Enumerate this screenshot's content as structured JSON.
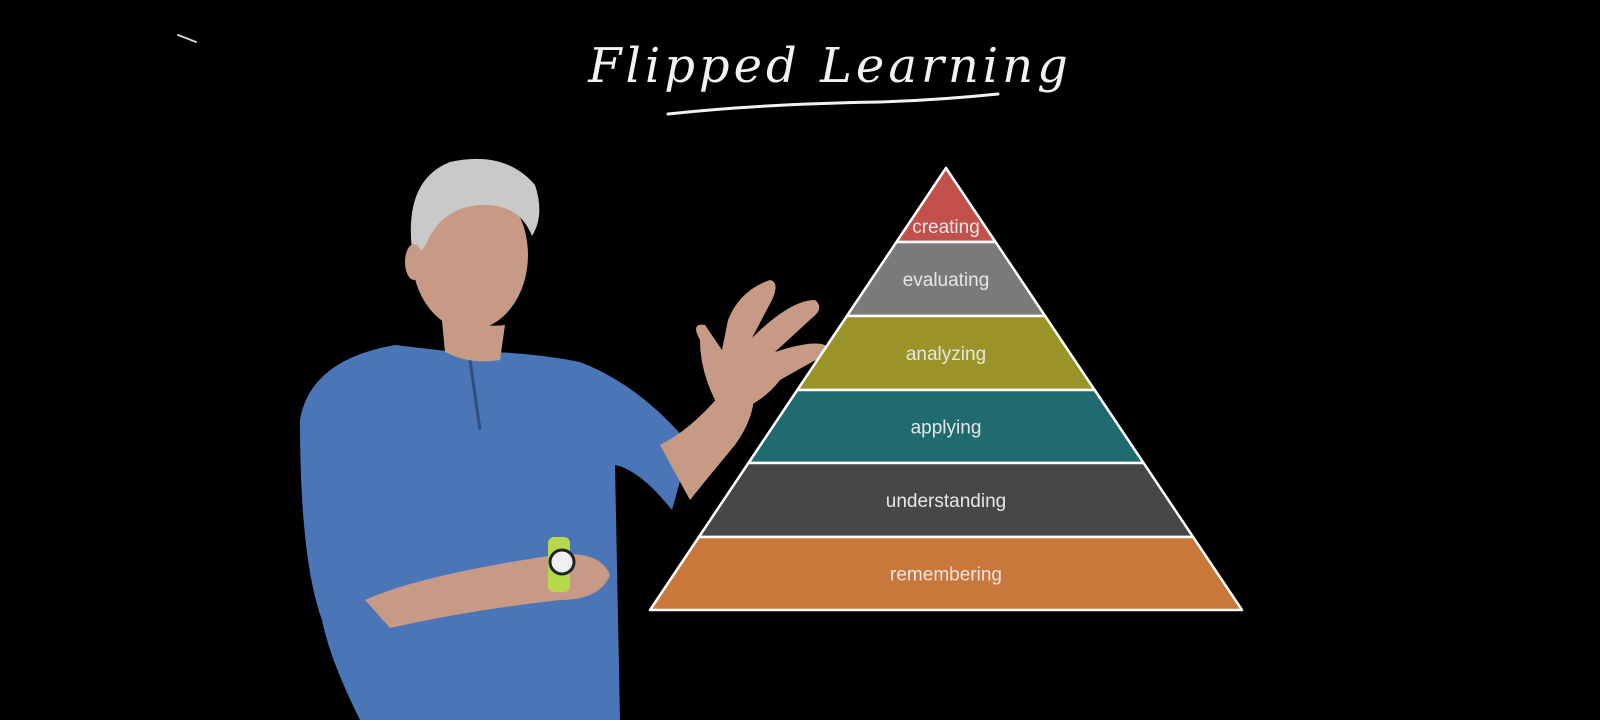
{
  "board": {
    "title": "Flipped Learning",
    "background_color": "#000000",
    "ink_color": "#f2f2f2"
  },
  "pyramid": {
    "outline_color": "#ffffff",
    "layers": [
      {
        "label": "creating",
        "color": "#c2514c"
      },
      {
        "label": "evaluating",
        "color": "#7a7a7a"
      },
      {
        "label": "analyzing",
        "color": "#9a9428"
      },
      {
        "label": "applying",
        "color": "#1f6b6f"
      },
      {
        "label": "understanding",
        "color": "#474747"
      },
      {
        "label": "remembering",
        "color": "#c9773a"
      }
    ]
  },
  "presenter": {
    "shirt_color": "#4a76b8",
    "hair_color": "#c9c9c9",
    "skin_color": "#c79a86",
    "watch_band_color": "#b6d94a"
  }
}
